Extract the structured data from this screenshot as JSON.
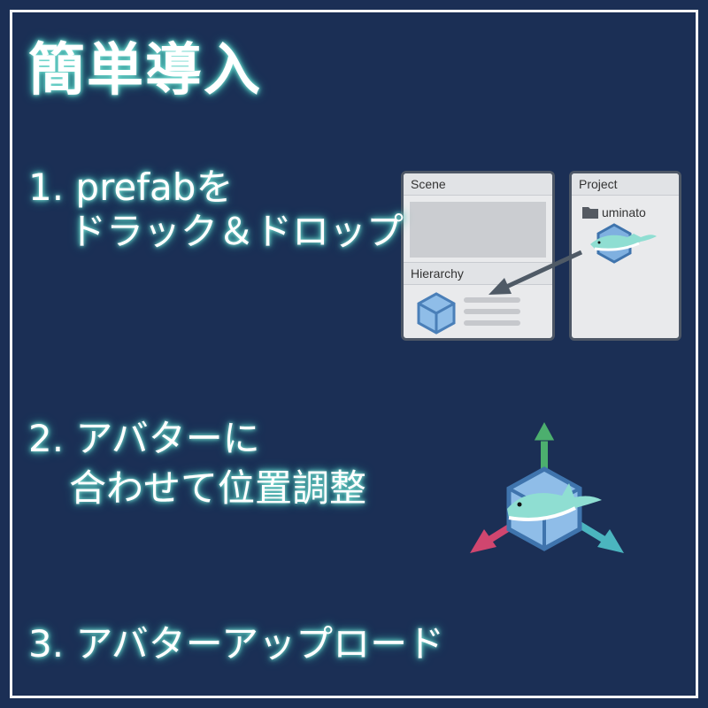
{
  "title": "簡単導入",
  "steps": [
    {
      "line1": "1. prefabを",
      "line2": "ドラック＆ドロップ"
    },
    {
      "line1": "2. アバターに",
      "line2": "合わせて位置調整"
    },
    {
      "line1": "3. アバターアップロード"
    }
  ],
  "editor": {
    "scene_label": "Scene",
    "hierarchy_label": "Hierarchy",
    "project_label": "Project",
    "folder_name": "uminato"
  },
  "icons": [
    "folder-icon",
    "cube-icon",
    "dolphin-icon",
    "arrow-icon",
    "move-gizmo-icon"
  ],
  "colors": {
    "background": "#1b2f55",
    "glow": "#4fc4bb",
    "axis_y": "#4caf6e",
    "axis_x": "#d0466f",
    "axis_z": "#4bb5bf",
    "cube": "#7fb0e0"
  }
}
